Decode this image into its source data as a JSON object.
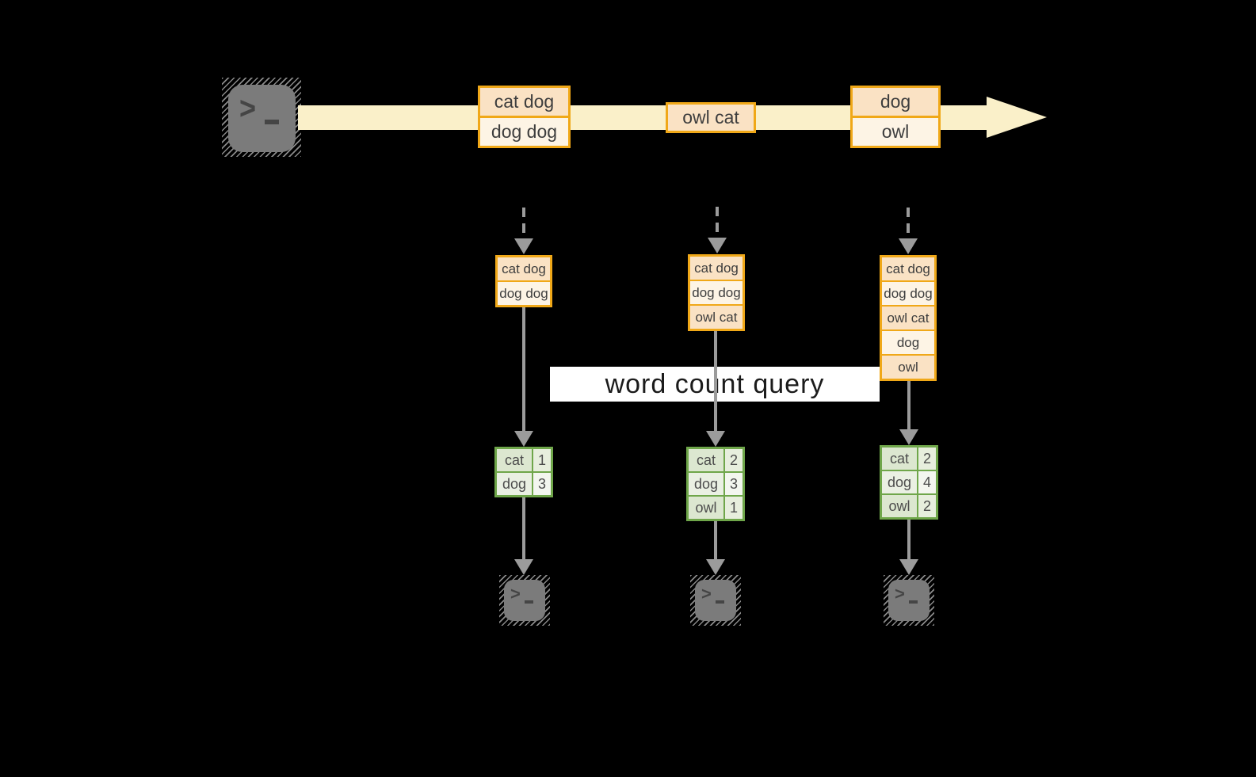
{
  "query_label": "word count query",
  "icons": {
    "prompt_chevron": ">"
  },
  "colors": {
    "background": "#000000",
    "stream_band": "#FAF0C9",
    "record_border": "#F0A818",
    "record_cell_dark": "#FAE2C4",
    "record_cell_light": "#FDF4E5",
    "table_border": "#6FA64A",
    "table_row_dark": "#DCE7D0",
    "table_row_light": "#EAF0E3",
    "arrow_gray": "#9B9B9B",
    "terminal_gray": "#7B7B7B",
    "query_background": "#FFFFFF"
  },
  "stream": {
    "records": [
      {
        "cells": [
          "cat dog",
          "dog dog"
        ]
      },
      {
        "cells": [
          "owl cat"
        ]
      },
      {
        "cells": [
          "dog",
          "owl"
        ]
      }
    ]
  },
  "columns": [
    {
      "buffer": [
        "cat dog",
        "dog dog"
      ],
      "counts": [
        {
          "word": "cat",
          "count": "1"
        },
        {
          "word": "dog",
          "count": "3"
        }
      ]
    },
    {
      "buffer": [
        "cat dog",
        "dog dog",
        "owl cat"
      ],
      "counts": [
        {
          "word": "cat",
          "count": "2"
        },
        {
          "word": "dog",
          "count": "3"
        },
        {
          "word": "owl",
          "count": "1"
        }
      ]
    },
    {
      "buffer": [
        "cat dog",
        "dog dog",
        "owl cat",
        "dog",
        "owl"
      ],
      "counts": [
        {
          "word": "cat",
          "count": "2"
        },
        {
          "word": "dog",
          "count": "4"
        },
        {
          "word": "owl",
          "count": "2"
        }
      ]
    }
  ]
}
